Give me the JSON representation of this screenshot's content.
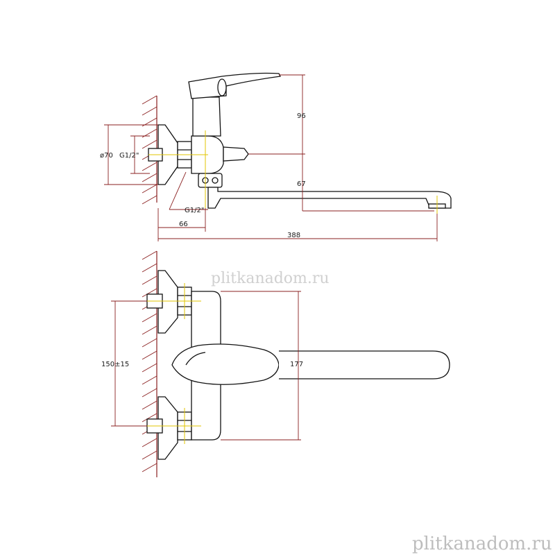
{
  "dimensions": {
    "height_handle": "96",
    "spout_height": "67",
    "flange_diameter": "ø70",
    "thread_top": "G1/2\"",
    "thread_bottom": "G1/2\"",
    "depth_body": "66",
    "spout_reach": "388",
    "inlet_spacing": "150±15",
    "body_width": "177"
  },
  "watermark": {
    "top": "plitkanadom.ru",
    "bottom": "plitkanadom.ru"
  },
  "colors": {
    "outline": "#111111",
    "dimension": "#8a1f1f",
    "centerline": "#e2c400"
  }
}
